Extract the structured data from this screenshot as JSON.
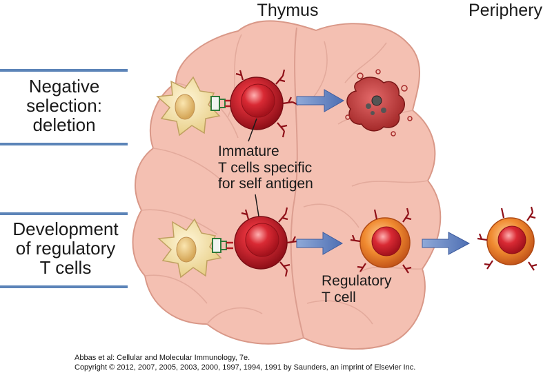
{
  "headers": {
    "thymus": "Thymus",
    "periphery": "Periphery"
  },
  "rows": {
    "negative": {
      "line1": "Negative",
      "line2": "selection:",
      "line3": "deletion"
    },
    "regulatory": {
      "line1": "Development",
      "line2": "of regulatory",
      "line3": "T cells"
    }
  },
  "annotations": {
    "immature": {
      "line1": "Immature",
      "line2": "T cells specific",
      "line3": "for self antigen"
    },
    "regulatory_cell": {
      "line1": "Regulatory",
      "line2": "T cell"
    }
  },
  "credits": {
    "line1": "Abbas et al: Cellular and Molecular Immunology, 7e.",
    "line2": "Copyright © 2012, 2007, 2005, 2003, 2000, 1997, 1994, 1991 by Saunders, an imprint of Elsevier Inc."
  },
  "colors": {
    "thymus": "#f4c0b2",
    "thymus_outline": "#d99888",
    "immature_cell": "#c8202a",
    "regulatory_cell": "#e8782a",
    "dendritic_cell": "#f3dfa6",
    "arrow": "#5b7bbd",
    "bar": "#5c84b8"
  }
}
